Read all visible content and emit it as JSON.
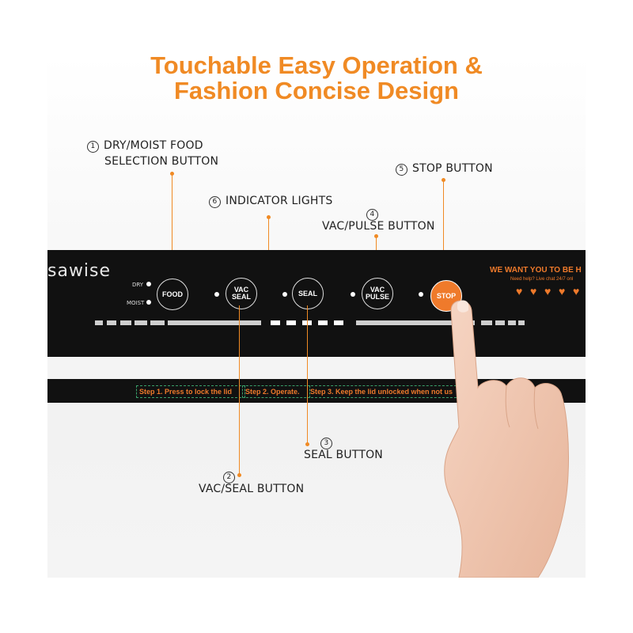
{
  "headline": {
    "line1": "Touchable Easy Operation &",
    "line2": "Fashion Concise Design"
  },
  "callouts": {
    "food": {
      "num": "1",
      "line1": "DRY/MOIST FOOD",
      "line2": "SELECTION BUTTON"
    },
    "stop": {
      "num": "5",
      "text": "STOP BUTTON"
    },
    "indicator": {
      "num": "6",
      "text": "INDICATOR LIGHTS"
    },
    "vac_pulse": {
      "num": "4",
      "text": "VAC/PULSE BUTTON"
    },
    "seal": {
      "num": "3",
      "text": "SEAL BUTTON"
    },
    "vac_seal": {
      "num": "2",
      "text": "VAC/SEAL BUTTON"
    }
  },
  "panel": {
    "brand": "sawise",
    "dry_label": "DRY",
    "moist_label": "MOIST",
    "buttons": {
      "food": "FOOD",
      "vac_seal_1": "VAC",
      "vac_seal_2": "SEAL",
      "seal": "SEAL",
      "vac_pulse_1": "VAC",
      "vac_pulse_2": "PULSE",
      "stop": "STOP"
    },
    "slogan": "WE WANT YOU TO BE H",
    "help": "Need help? Live chat 24/7 onl",
    "hearts": "♥♥♥♥♥"
  },
  "strip": {
    "step1": "Step 1. Press to lock the lid",
    "step2": "Step 2. Operate.",
    "step3": "Step 3. Keep the lid unlocked when not us"
  },
  "colors": {
    "accent": "#f08a24",
    "panel": "#111111",
    "stop_button": "#ef7a2b"
  }
}
